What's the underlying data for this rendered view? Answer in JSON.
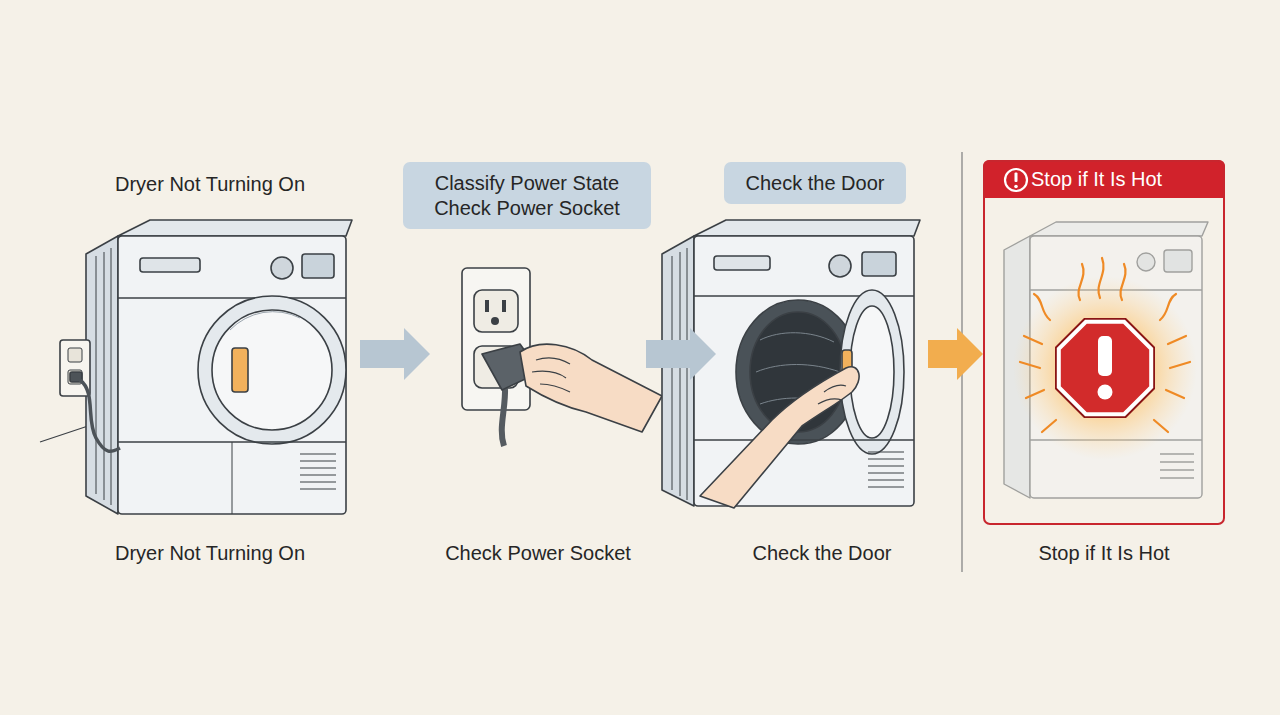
{
  "diagram": {
    "nodes": [
      {
        "text": [
          "Dryer Not Turning On",
          "Dryer Not Turning On"
        ]
      },
      {
        "text": [
          "Classify Power State Check Power Socket"
        ]
      },
      {
        "text": [
          "Check Power Socket"
        ]
      },
      {
        "text": [
          "Check the Door"
        ]
      },
      {
        "text": [
          "Check the Door"
        ]
      },
      {
        "text": [
          "Stop if It Is Hot",
          "Stop if It Is Hot"
        ]
      }
    ],
    "edges": [
      {
        "from": 0,
        "to": 2,
        "arrow": "to"
      },
      {
        "from": 2,
        "to": 4,
        "arrow": "to"
      },
      {
        "from": 4,
        "to": 5,
        "arrow": "to"
      }
    ]
  }
}
